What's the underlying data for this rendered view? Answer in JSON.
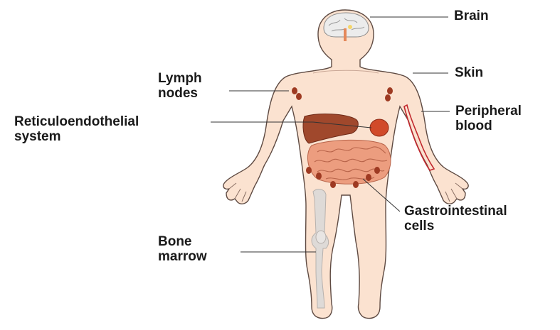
{
  "labels": {
    "brain": "Brain",
    "skin": "Skin",
    "peripheral_blood": [
      "Peripheral",
      "blood"
    ],
    "lymph_nodes": [
      "Lymph",
      "nodes"
    ],
    "reticuloendothelial_system": [
      "Reticuloendothelial",
      "system"
    ],
    "gastrointestinal_cells": [
      "Gastrointestinal",
      "cells"
    ],
    "bone_marrow": [
      "Bone",
      "marrow"
    ]
  },
  "colors": {
    "skin": "#fbe2d0",
    "outline": "#5e4a42",
    "lymph_node": "#9e3a22",
    "liver": "#a0482c",
    "spleen": "#d14a2a",
    "intestine": "#ec9d7f",
    "bone": "#dedad7",
    "blood_vessel": "#c1272d",
    "leader_line": "#333333"
  }
}
